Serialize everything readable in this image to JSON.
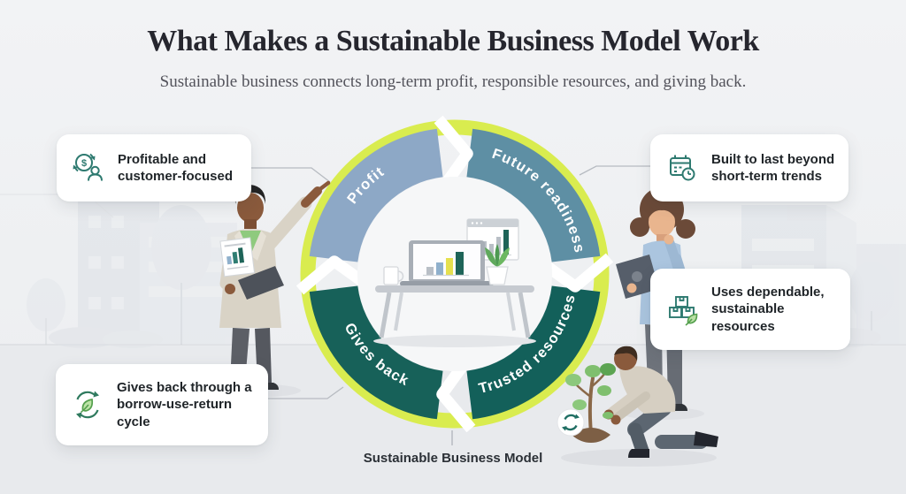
{
  "header": {
    "title": "What Makes a Sustainable Business Model Work",
    "subtitle": "Sustainable business connects long-term profit, responsible resources, and giving back."
  },
  "callouts": [
    {
      "text": "Profitable and customer-focused",
      "icon": "dollar-customer-icon"
    },
    {
      "text": "Built to last beyond short-term trends",
      "icon": "calendar-clock-icon"
    },
    {
      "text": "Uses dependable, sustainable resources",
      "icon": "boxes-leaf-icon"
    },
    {
      "text": "Gives back through a borrow-use-return cycle",
      "icon": "recycle-leaf-icon"
    }
  ],
  "cycle": {
    "caption": "Sustainable Business Model",
    "outer_ring_color": "#d9ec4f",
    "segments": [
      {
        "label": "Profit",
        "color": "#8da8c6"
      },
      {
        "label": "Future readiness",
        "color": "#5e8fa4"
      },
      {
        "label": "Trusted resources",
        "color": "#13605a"
      },
      {
        "label": "Gives back",
        "color": "#176159"
      }
    ],
    "center_illustration": "desk-with-laptop-and-charts"
  },
  "scene": {
    "illustrations": [
      "man-pointing-at-cycle",
      "woman-thinking-with-tablet",
      "person-planting-sapling",
      "city-skyline-backdrop",
      "recycle-badge"
    ]
  },
  "colors": {
    "background": "#eef0f2",
    "card_background": "#ffffff",
    "icon_stroke": "#2e7a70",
    "leaf_green": "#6cb862"
  }
}
